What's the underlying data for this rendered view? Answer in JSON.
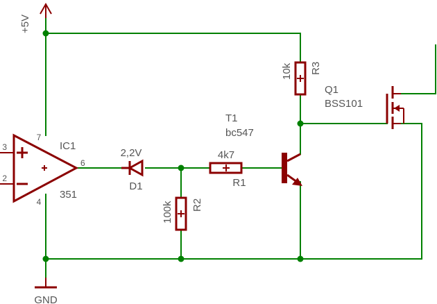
{
  "labels": {
    "vcc": "+5V",
    "gnd": "GND"
  },
  "ic1": {
    "name": "IC1",
    "value": "351",
    "pins": {
      "p3": "3",
      "p2": "2",
      "p7": "7",
      "p4": "4",
      "p6": "6"
    }
  },
  "d1": {
    "name": "D1",
    "value": "2,2V"
  },
  "r1": {
    "name": "R1",
    "value": "4k7"
  },
  "r2": {
    "name": "R2",
    "value": "100k"
  },
  "r3": {
    "name": "R3",
    "value": "10k"
  },
  "t1": {
    "name": "T1",
    "value": "bc547"
  },
  "q1": {
    "name": "Q1",
    "value": "BSS101"
  },
  "colors": {
    "wire": "#008000",
    "symbol": "#8b0000",
    "text": "#555555",
    "background": "#ffffff"
  }
}
